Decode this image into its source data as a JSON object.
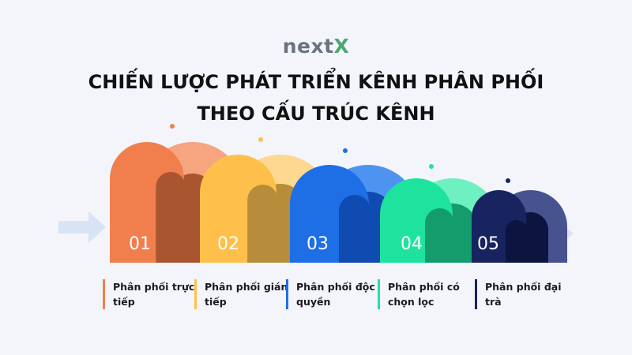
{
  "brand": {
    "prefix": "next",
    "accent": "X",
    "prefix_color": "#6b7280",
    "accent_color": "#4ca870"
  },
  "title": {
    "line1": "CHIẾN LƯỢC PHÁT TRIỂN KÊNH PHÂN PHỐI",
    "line2": "THEO CẤU TRÚC KÊNH"
  },
  "background_color": "#f3f5fb",
  "arrow_color": "#d9e3f6",
  "steps": [
    {
      "number": "01",
      "label": "Phân phối trực tiếp",
      "color": "#f07f4d",
      "inner_color": "#f6a57e",
      "shadow_color": "#a9552f"
    },
    {
      "number": "02",
      "label": "Phân phối gián tiếp",
      "color": "#fec04a",
      "inner_color": "#fed88e",
      "shadow_color": "#b78d3c"
    },
    {
      "number": "03",
      "label": "Phân phối độc quyền",
      "color": "#1e6fe6",
      "inner_color": "#4f93f0",
      "shadow_color": "#0f4bb0"
    },
    {
      "number": "04",
      "label": "Phân phối có chọn lọc",
      "color": "#1ee39e",
      "inner_color": "#6ff0c0",
      "shadow_color": "#149c6d"
    },
    {
      "number": "05",
      "label": "Phân phối đại trà",
      "color": "#172460",
      "inner_color": "#46538f",
      "shadow_color": "#0c1540"
    }
  ]
}
